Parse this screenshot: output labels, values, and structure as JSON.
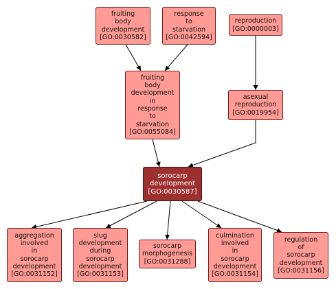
{
  "colors": {
    "node_fill": "#ff9a94",
    "focus_fill": "#9e2f2f",
    "border": "#6b1f1f",
    "edge": "#000000"
  },
  "nodes": [
    {
      "id": "GO:0030582",
      "lines": [
        "fruiting",
        "body",
        "development",
        "[GO:0030582]"
      ]
    },
    {
      "id": "GO:0042594",
      "lines": [
        "response",
        "to",
        "starvation",
        "[GO:0042594]"
      ]
    },
    {
      "id": "GO:0000003",
      "lines": [
        "reproduction",
        "[GO:0000003]"
      ]
    },
    {
      "id": "GO:0055084",
      "lines": [
        "fruiting",
        "body",
        "development",
        "in",
        "response",
        "to",
        "starvation",
        "[GO:0055084]"
      ]
    },
    {
      "id": "GO:0019954",
      "lines": [
        "asexual",
        "reproduction",
        "[GO:0019954]"
      ]
    },
    {
      "id": "GO:0030587",
      "focus": true,
      "lines": [
        "sorocarp",
        "development",
        "[GO:0030587]"
      ]
    },
    {
      "id": "GO:0031152",
      "lines": [
        "aggregation",
        "involved",
        "in",
        "sorocarp",
        "development",
        "[GO:0031152]"
      ]
    },
    {
      "id": "GO:0031153",
      "lines": [
        "slug",
        "development",
        "during",
        "sorocarp",
        "development",
        "[GO:0031153]"
      ]
    },
    {
      "id": "GO:0031288",
      "lines": [
        "sorocarp",
        "morphogenesis",
        "[GO:0031288]"
      ]
    },
    {
      "id": "GO:0031154",
      "lines": [
        "culmination",
        "involved",
        "in",
        "sorocarp",
        "development",
        "[GO:0031154]"
      ]
    },
    {
      "id": "GO:0031156",
      "lines": [
        "regulation",
        "of",
        "sorocarp",
        "development",
        "[GO:0031156]"
      ]
    }
  ],
  "edges": [
    {
      "from": "GO:0030582",
      "to": "GO:0055084"
    },
    {
      "from": "GO:0042594",
      "to": "GO:0055084"
    },
    {
      "from": "GO:0000003",
      "to": "GO:0019954"
    },
    {
      "from": "GO:0055084",
      "to": "GO:0030587"
    },
    {
      "from": "GO:0019954",
      "to": "GO:0030587"
    },
    {
      "from": "GO:0030587",
      "to": "GO:0031152"
    },
    {
      "from": "GO:0030587",
      "to": "GO:0031153"
    },
    {
      "from": "GO:0030587",
      "to": "GO:0031288"
    },
    {
      "from": "GO:0030587",
      "to": "GO:0031154"
    },
    {
      "from": "GO:0030587",
      "to": "GO:0031156"
    }
  ]
}
